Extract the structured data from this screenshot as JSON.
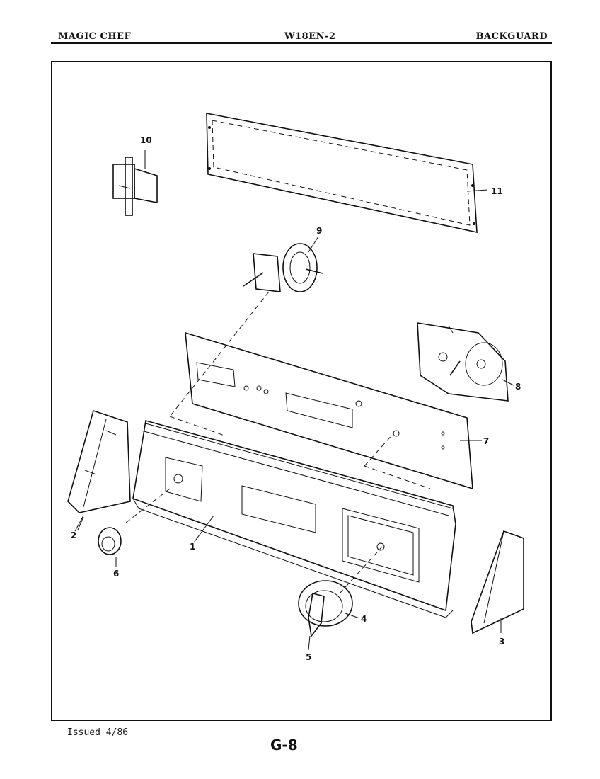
{
  "header": {
    "brand": "MAGIC CHEF",
    "model": "W18EN-2",
    "section": "BACKGUARD"
  },
  "footer": {
    "issued": "Issued 4/86",
    "page": "G-8"
  },
  "callouts": {
    "p1": "1",
    "p2": "2",
    "p3": "3",
    "p4": "4",
    "p5": "5",
    "p6": "6",
    "p7": "7",
    "p8": "8",
    "p9": "9",
    "p10": "10",
    "p11": "11"
  }
}
